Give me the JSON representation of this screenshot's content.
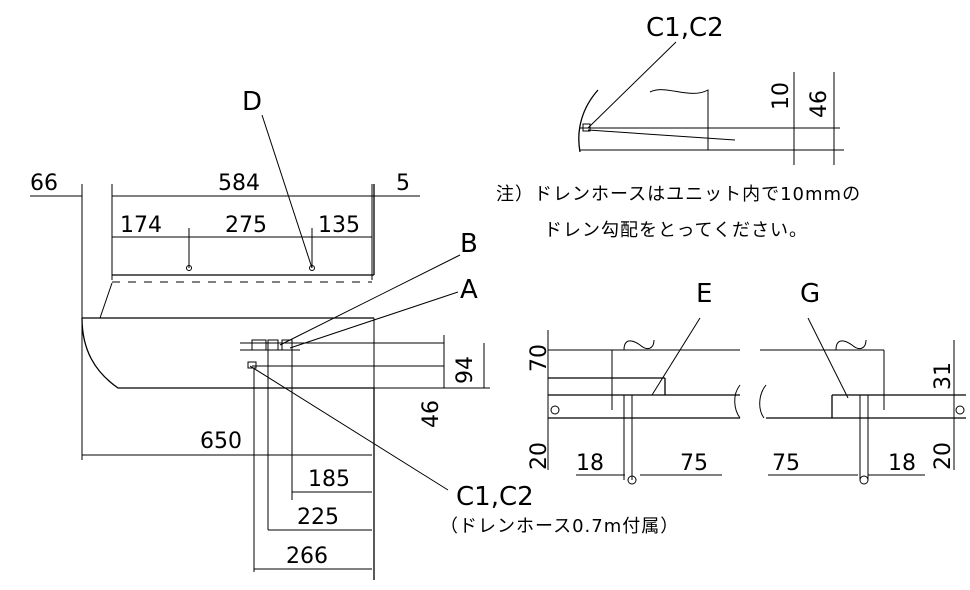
{
  "labels": {
    "A": "A",
    "B": "B",
    "D": "D",
    "E": "E",
    "G": "G",
    "C_main": "C1,C2",
    "C_detail": "C1,C2"
  },
  "notes": {
    "hose_accessory": "（ドレンホース0.7m付属）",
    "drain_note_line1": "注）ドレンホースはユニット内で10mmの",
    "drain_note_line2": "ドレン勾配をとってください。"
  },
  "dims": {
    "d66": "66",
    "d584": "584",
    "d5": "5",
    "d174": "174",
    "d275": "275",
    "d135": "135",
    "d650": "650",
    "d185": "185",
    "d225": "225",
    "d266": "266",
    "d94": "94",
    "d46a": "46",
    "d10": "10",
    "d46b": "46",
    "d70": "70",
    "d20a": "20",
    "d18a": "18",
    "d75a": "75",
    "d75b": "75",
    "d18b": "18",
    "d31": "31",
    "d20b": "20"
  }
}
